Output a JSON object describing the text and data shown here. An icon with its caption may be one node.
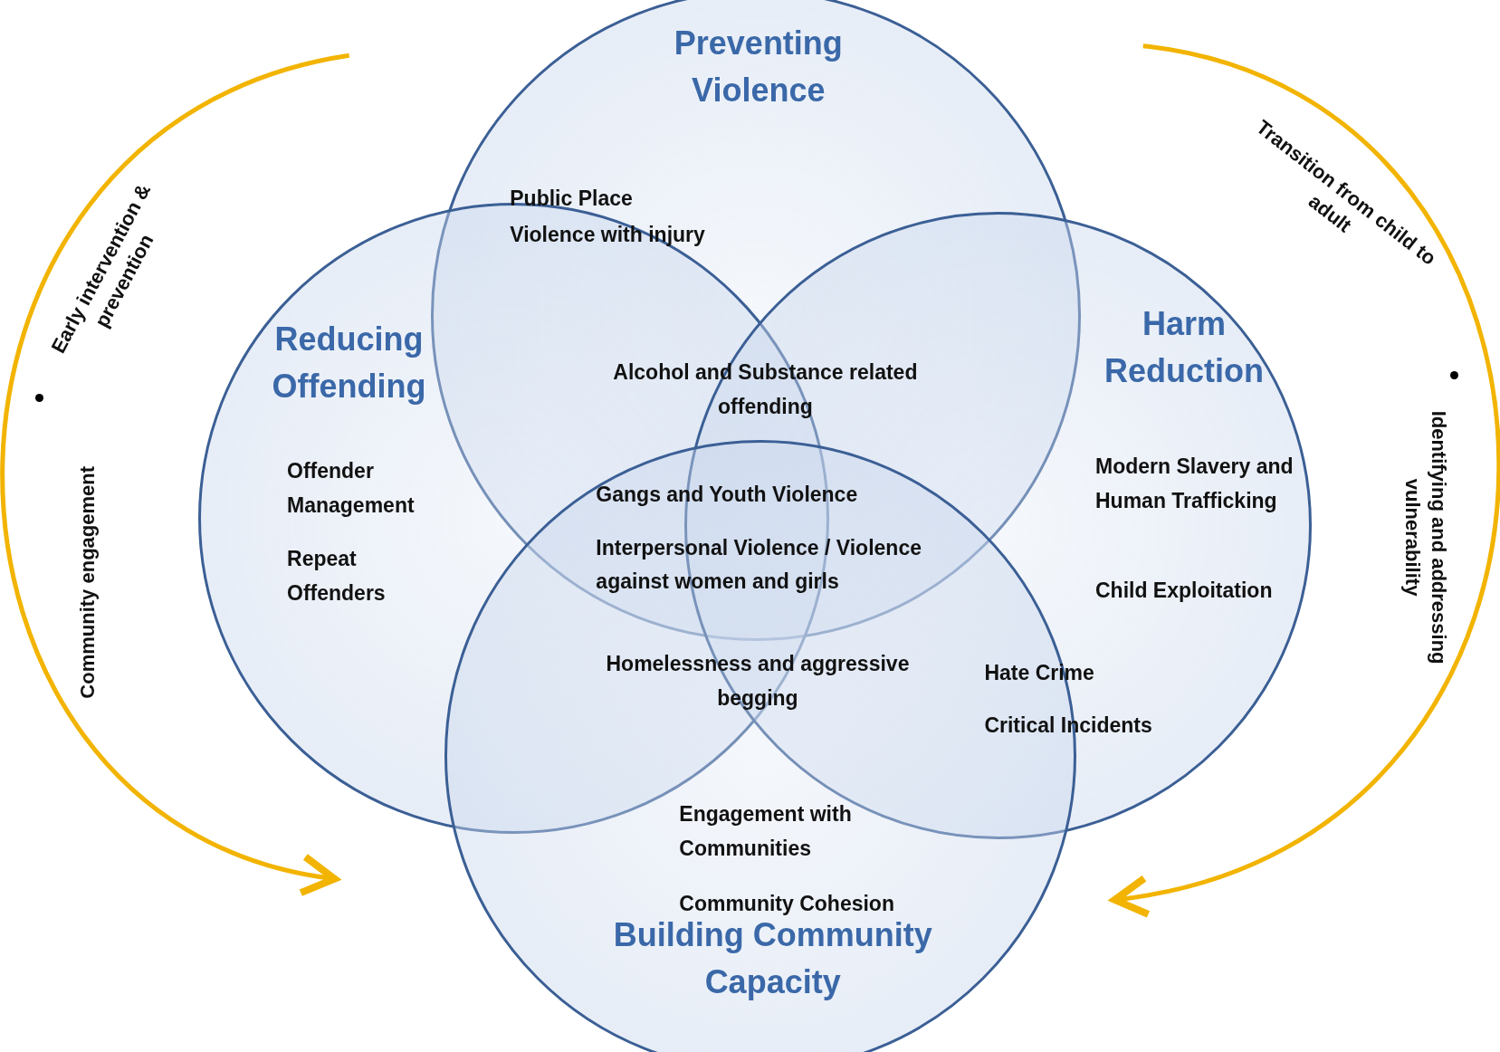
{
  "diagram": {
    "nodes": [
      {
        "text": [
          "Preventing Violence"
        ]
      },
      {
        "text": [
          "Reducing Offending"
        ]
      },
      {
        "text": [
          "Harm Reduction"
        ]
      },
      {
        "text": [
          "Building Community Capacity"
        ]
      }
    ],
    "labels": [
      "Early intervention & prevention",
      "Community engagement",
      "Transition from child to adult",
      "Identifying and addressing vulnerability",
      "Public Place",
      "Violence with injury",
      "Alcohol and Substance related offending",
      "Offender Management",
      "Repeat Offenders",
      "Gangs and Youth Violence",
      "Interpersonal Violence / Violence against women and girls",
      "Modern Slavery and Human Trafficking",
      "Child Exploitation",
      "Homelessness and aggressive begging",
      "Hate Crime",
      "Critical Incidents",
      "Engagement with Communities",
      "Community Cohesion"
    ]
  }
}
